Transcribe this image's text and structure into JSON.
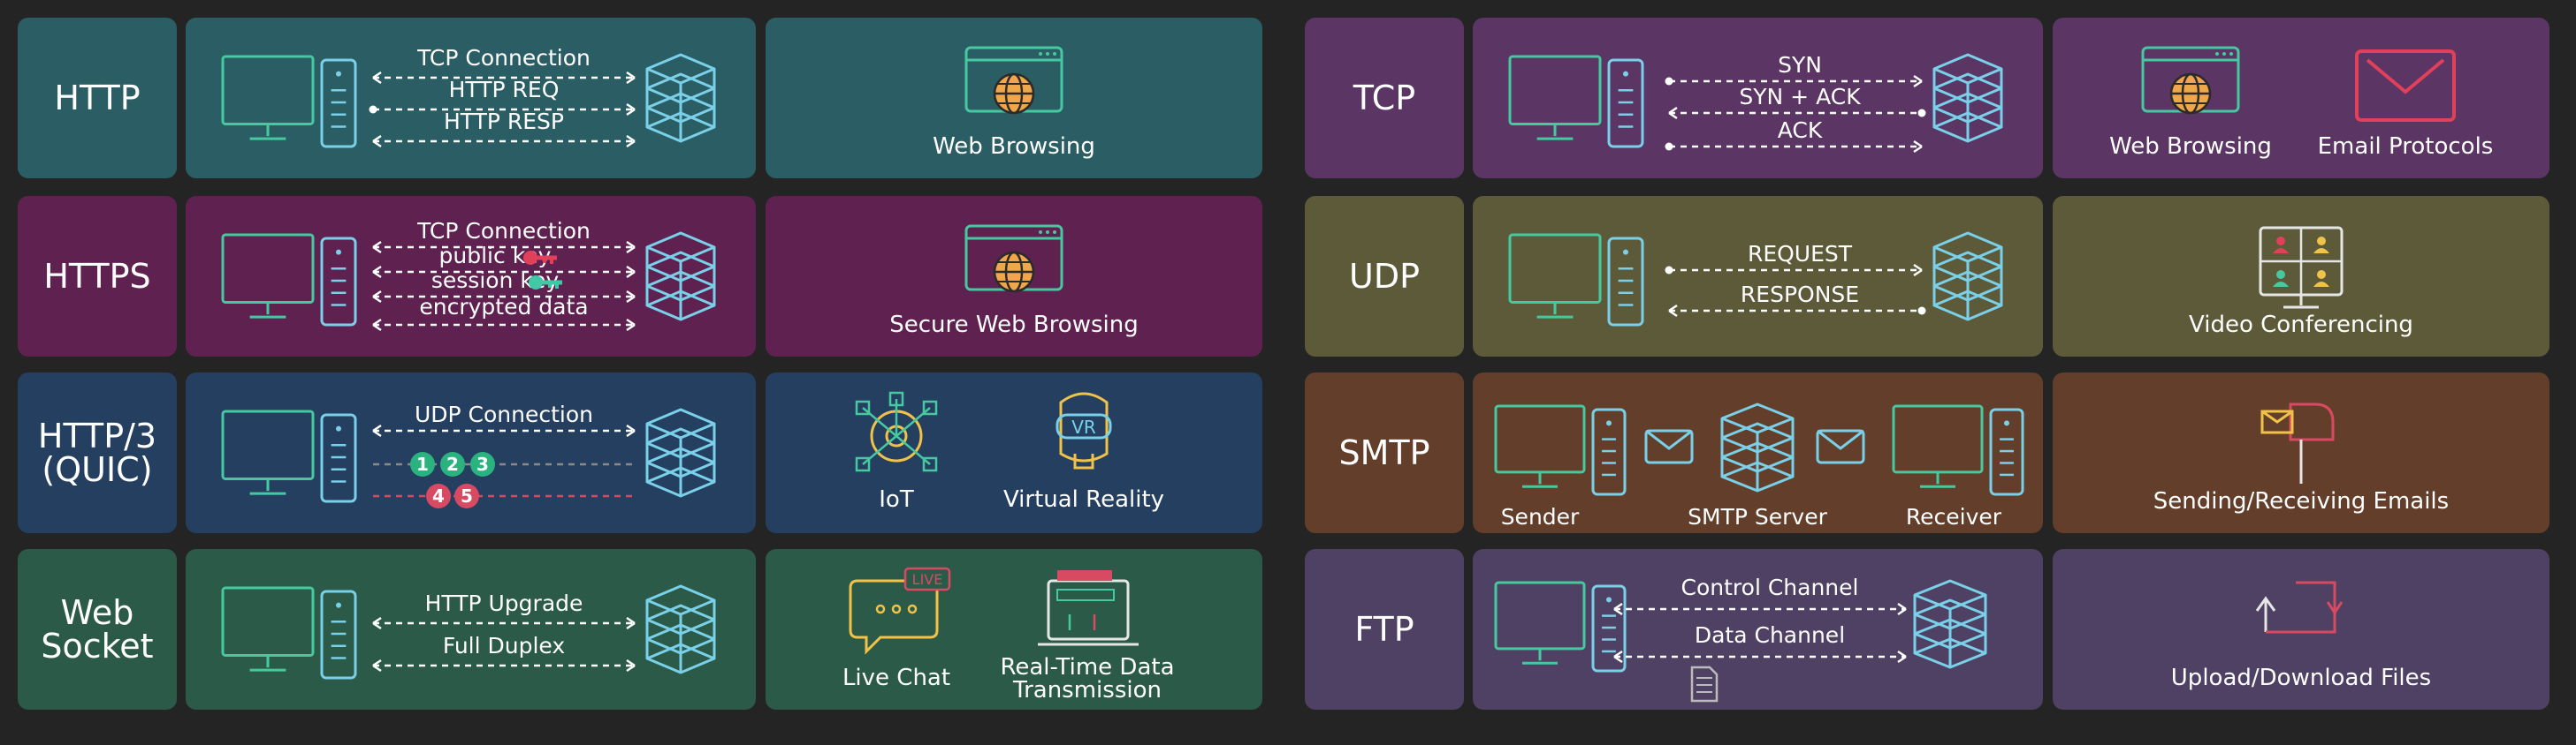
{
  "colors": {
    "http": "#2b5e64",
    "https": "#5e2150",
    "http3": "#243f60",
    "websocket": "#2b5a48",
    "tcp": "#5b3563",
    "udp": "#5d5a3a",
    "smtp": "#633f2b",
    "ftp": "#4e4163",
    "line_teal": "#46c9a0",
    "line_blue": "#7ad0e8",
    "arrow": "#ffffff",
    "key_red": "#e0405a",
    "key_teal": "#3fc9a6",
    "badge_green": "#2bb37f",
    "badge_red": "#d84a62"
  },
  "rows": [
    {
      "id": "http",
      "protocol": "HTTP",
      "messages": [
        "TCP Connection",
        "HTTP REQ",
        "HTTP RESP"
      ],
      "use_cases": [
        "Web Browsing"
      ],
      "icons": [
        "browser-globe-icon"
      ]
    },
    {
      "id": "https",
      "protocol": "HTTPS",
      "messages": [
        "TCP Connection",
        "public key",
        "session key",
        "encrypted data"
      ],
      "use_cases": [
        "Secure Web Browsing"
      ],
      "icons": [
        "browser-globe-icon"
      ]
    },
    {
      "id": "http3",
      "protocol": "HTTP/3\n(QUIC)",
      "messages": [
        "UDP Connection"
      ],
      "packets": [
        "1",
        "2",
        "3",
        "4",
        "5"
      ],
      "use_cases": [
        "IoT",
        "Virtual Reality"
      ],
      "icons": [
        "iot-icon",
        "vr-headset-icon"
      ]
    },
    {
      "id": "websocket",
      "protocol": "Web\nSocket",
      "messages": [
        "HTTP Upgrade",
        "Full Duplex"
      ],
      "use_cases": [
        "Live Chat",
        "Real-Time Data\nTransmission"
      ],
      "badge": "LIVE",
      "icons": [
        "chat-bubble-icon",
        "realtime-laptop-icon"
      ]
    },
    {
      "id": "tcp",
      "protocol": "TCP",
      "messages": [
        "SYN",
        "SYN + ACK",
        "ACK"
      ],
      "use_cases": [
        "Web Browsing",
        "Email Protocols"
      ],
      "icons": [
        "browser-globe-icon",
        "email-envelope-icon"
      ]
    },
    {
      "id": "udp",
      "protocol": "UDP",
      "messages": [
        "REQUEST",
        "RESPONSE"
      ],
      "use_cases": [
        "Video Conferencing"
      ],
      "icons": [
        "video-conference-icon"
      ]
    },
    {
      "id": "smtp",
      "protocol": "SMTP",
      "nodes": [
        "Sender",
        "SMTP Server",
        "Receiver"
      ],
      "use_cases": [
        "Sending/Receiving Emails"
      ],
      "icons": [
        "mailbox-icon"
      ]
    },
    {
      "id": "ftp",
      "protocol": "FTP",
      "messages": [
        "Control Channel",
        "Data Channel"
      ],
      "use_cases": [
        "Upload/Download Files"
      ],
      "icons": [
        "upload-download-icon"
      ]
    }
  ]
}
